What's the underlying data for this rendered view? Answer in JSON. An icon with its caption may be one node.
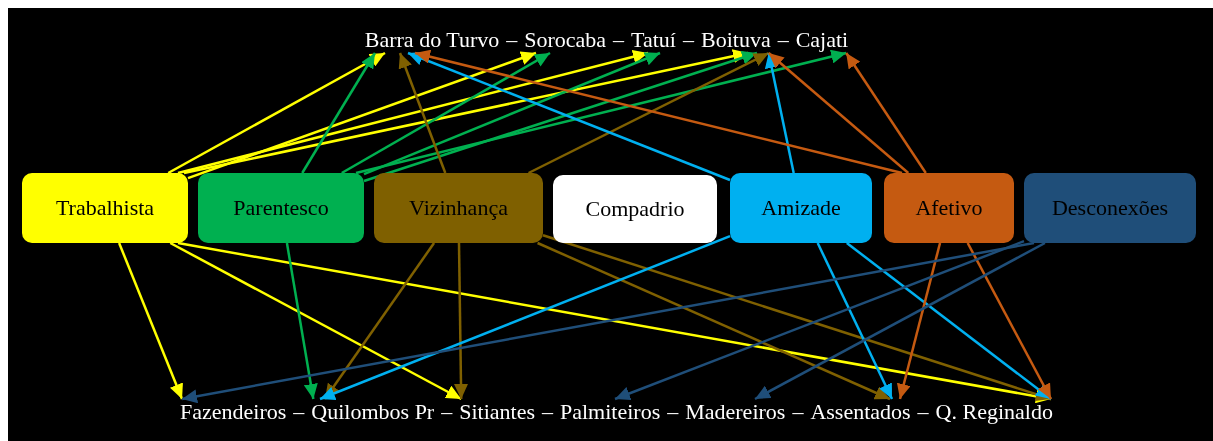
{
  "diagram": {
    "nodes": [
      {
        "text": [
          "Barra do Turvo"
        ]
      },
      {
        "text": [
          "Sorocaba"
        ]
      },
      {
        "text": [
          "Tatuí"
        ]
      },
      {
        "text": [
          "Boituva"
        ]
      },
      {
        "text": [
          "Cajati"
        ]
      },
      {
        "text": [
          "Trabalhista"
        ]
      },
      {
        "text": [
          "Parentesco"
        ]
      },
      {
        "text": [
          "Vizinhança"
        ]
      },
      {
        "text": [
          "Compadrio"
        ]
      },
      {
        "text": [
          "Amizade"
        ]
      },
      {
        "text": [
          "Afetivo"
        ]
      },
      {
        "text": [
          "Desconexões"
        ]
      },
      {
        "text": [
          "Fazendeiros"
        ]
      },
      {
        "text": [
          "Quilombos Pr"
        ]
      },
      {
        "text": [
          "Sitiantes"
        ]
      },
      {
        "text": [
          "Palmiteiros"
        ]
      },
      {
        "text": [
          "Madereiros"
        ]
      },
      {
        "text": [
          "Assentados"
        ]
      },
      {
        "text": [
          "Q. Reginaldo"
        ]
      }
    ],
    "edges": [
      {
        "from": 5,
        "to": 0,
        "arrow": "to",
        "color": "#ffff00"
      },
      {
        "from": 5,
        "to": 1,
        "arrow": "to",
        "color": "#ffff00"
      },
      {
        "from": 5,
        "to": 2,
        "arrow": "to",
        "color": "#ffff00"
      },
      {
        "from": 5,
        "to": 3,
        "arrow": "to",
        "color": "#ffff00"
      },
      {
        "from": 6,
        "to": 0,
        "arrow": "to",
        "color": "#00b050"
      },
      {
        "from": 6,
        "to": 1,
        "arrow": "to",
        "color": "#00b050"
      },
      {
        "from": 6,
        "to": 2,
        "arrow": "to",
        "color": "#00b050"
      },
      {
        "from": 6,
        "to": 3,
        "arrow": "to",
        "color": "#00b050"
      },
      {
        "from": 6,
        "to": 4,
        "arrow": "to",
        "color": "#00b050"
      },
      {
        "from": 7,
        "to": 0,
        "arrow": "to",
        "color": "#7f6000"
      },
      {
        "from": 7,
        "to": 3,
        "arrow": "to",
        "color": "#7f6000"
      },
      {
        "from": 9,
        "to": 0,
        "arrow": "to",
        "color": "#00b0f0"
      },
      {
        "from": 9,
        "to": 3,
        "arrow": "to",
        "color": "#00b0f0"
      },
      {
        "from": 10,
        "to": 0,
        "arrow": "to",
        "color": "#c55a11"
      },
      {
        "from": 10,
        "to": 3,
        "arrow": "to",
        "color": "#c55a11"
      },
      {
        "from": 10,
        "to": 4,
        "arrow": "to",
        "color": "#c55a11"
      },
      {
        "from": 5,
        "to": 12,
        "arrow": "to",
        "color": "#ffff00"
      },
      {
        "from": 5,
        "to": 14,
        "arrow": "to",
        "color": "#ffff00"
      },
      {
        "from": 5,
        "to": 18,
        "arrow": "to",
        "color": "#ffff00"
      },
      {
        "from": 6,
        "to": 13,
        "arrow": "to",
        "color": "#00b050"
      },
      {
        "from": 7,
        "to": 13,
        "arrow": "to",
        "color": "#7f6000"
      },
      {
        "from": 7,
        "to": 14,
        "arrow": "to",
        "color": "#7f6000"
      },
      {
        "from": 7,
        "to": 17,
        "arrow": "to",
        "color": "#7f6000"
      },
      {
        "from": 7,
        "to": 18,
        "arrow": "to",
        "color": "#7f6000"
      },
      {
        "from": 9,
        "to": 13,
        "arrow": "to",
        "color": "#00b0f0"
      },
      {
        "from": 9,
        "to": 17,
        "arrow": "to",
        "color": "#00b0f0"
      },
      {
        "from": 9,
        "to": 18,
        "arrow": "to",
        "color": "#00b0f0"
      },
      {
        "from": 10,
        "to": 17,
        "arrow": "to",
        "color": "#c55a11"
      },
      {
        "from": 10,
        "to": 18,
        "arrow": "to",
        "color": "#c55a11"
      },
      {
        "from": 11,
        "to": 12,
        "arrow": "to",
        "color": "#1f4e79"
      },
      {
        "from": 11,
        "to": 15,
        "arrow": "to",
        "color": "#1f4e79"
      },
      {
        "from": 11,
        "to": 16,
        "arrow": "to",
        "color": "#1f4e79"
      }
    ],
    "labels": [
      "–",
      "–",
      "–",
      "–",
      "–",
      "–",
      "–",
      "–",
      "–",
      "–"
    ]
  }
}
